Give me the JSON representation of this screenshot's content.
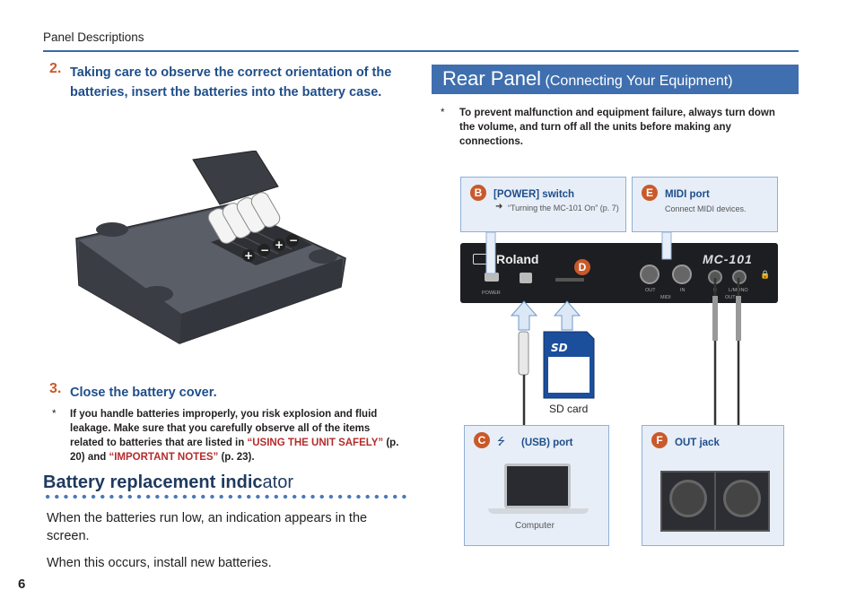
{
  "header": {
    "section": "Panel Descriptions"
  },
  "page_number": "6",
  "left": {
    "step2": {
      "number": "2.",
      "text": "Taking care to observe the correct orientation of the batteries, insert the batteries into the battery case."
    },
    "step3": {
      "number": "3.",
      "text": "Close the battery cover."
    },
    "note": {
      "star": "*",
      "text_a": "If you handle batteries improperly, you risk explosion and fluid leakage. Make sure that you carefully observe all of the items related to batteries that are listed in ",
      "link1": "“USING THE UNIT SAFELY”",
      "text_b": " (p. 20) and ",
      "link2": "“IMPORTANT NOTES”",
      "text_c": " (p. 23)."
    },
    "subheading_bold": "Battery replacement indic",
    "subheading_light": "ator",
    "para1": "When the batteries run low, an indication appears in the screen.",
    "para2": "When this occurs, install new batteries."
  },
  "right": {
    "banner_main": "Rear Panel",
    "banner_sub": "(Connecting Your Equipment)",
    "note": {
      "star": "*",
      "text": "To prevent malfunction and equipment failure, always turn down the volume, and turn off all the units before making any connections."
    },
    "callouts": {
      "b": {
        "badge": "B",
        "title": "[POWER] switch",
        "ref": "“Turning the MC-101 On” (p. 7)"
      },
      "e": {
        "badge": "E",
        "title": "MIDI port",
        "desc": "Connect MIDI devices."
      },
      "c": {
        "badge": "C",
        "title": "(USB) port",
        "device": "Computer"
      },
      "f": {
        "badge": "F",
        "title": "OUT jack"
      }
    },
    "device": {
      "brand": "Roland",
      "model": "MC-101",
      "badge_d": "D",
      "labels": {
        "power": "POWER",
        "midi": "MIDI",
        "out_midi": "OUT",
        "in_midi": "IN",
        "out": "OUT",
        "out_r": "R",
        "out_l": "L/MONO"
      }
    },
    "sd_label": "SD card"
  }
}
